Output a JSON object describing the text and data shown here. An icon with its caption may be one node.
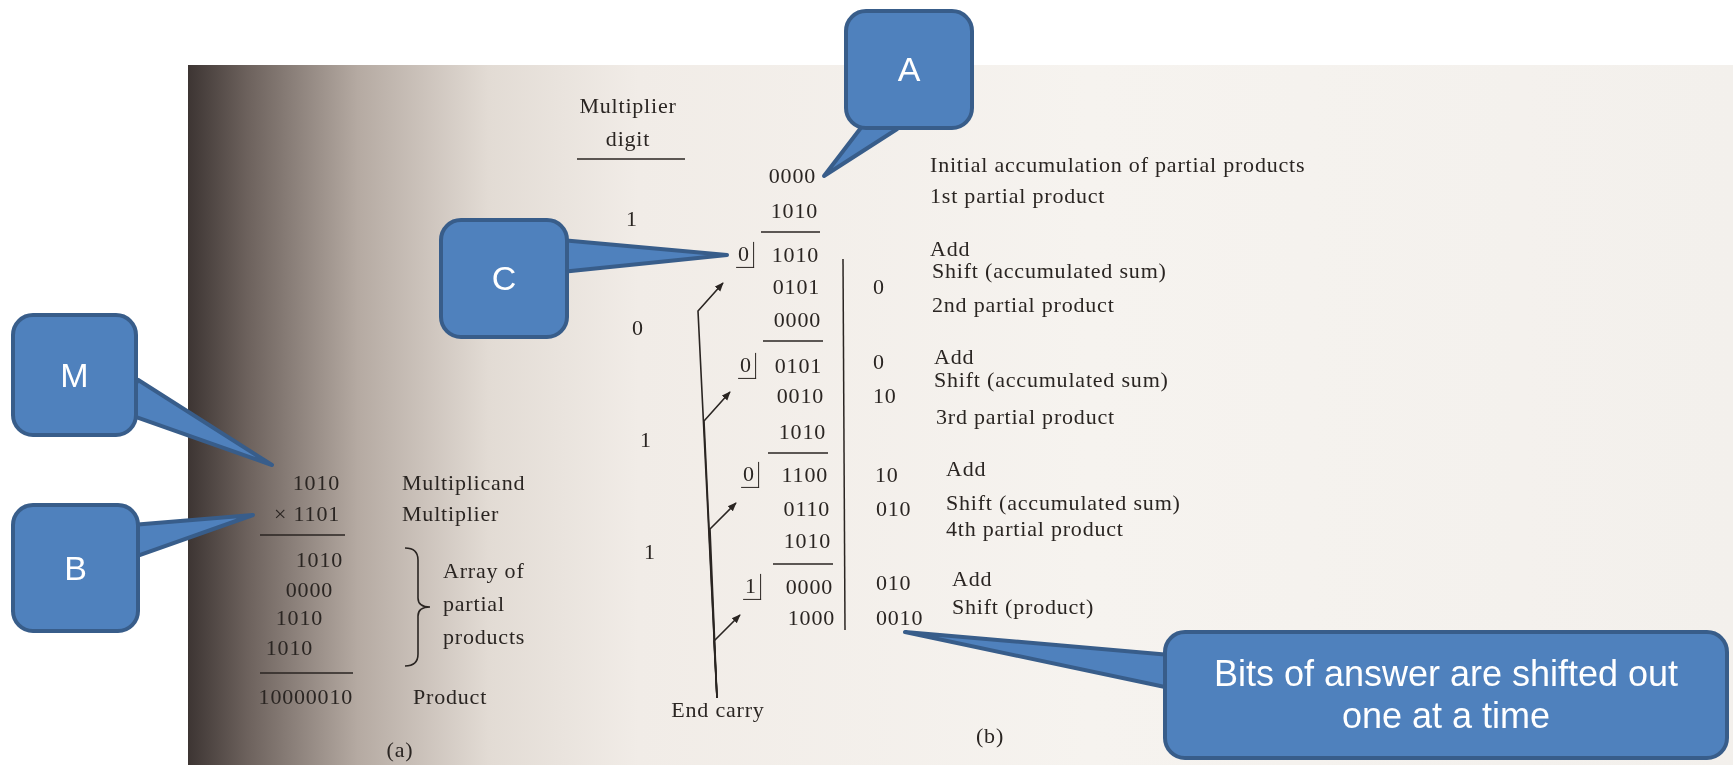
{
  "diagram": {
    "nodes": [
      {
        "text": [
          "A"
        ]
      },
      {
        "text": [
          "C"
        ]
      },
      {
        "text": [
          "M"
        ]
      },
      {
        "text": [
          "B"
        ]
      },
      {
        "text": [
          "Bits of answer are shifted out one at a time"
        ]
      },
      {
        "text": [
          "0000"
        ]
      },
      {
        "text": [
          "0"
        ]
      },
      {
        "text": [
          "0"
        ]
      },
      {
        "text": [
          "0"
        ]
      },
      {
        "text": [
          "1"
        ]
      },
      {
        "text": [
          "End carry"
        ]
      },
      {
        "text": [
          "1010"
        ]
      },
      {
        "text": [
          "× 1101"
        ]
      },
      {
        "text": [
          "0010"
        ]
      }
    ],
    "edges": [
      {
        "from": 0,
        "to": 5,
        "arrow": "to"
      },
      {
        "from": 1,
        "to": 6,
        "arrow": "to"
      },
      {
        "from": 2,
        "to": 11,
        "arrow": "to"
      },
      {
        "from": 3,
        "to": 12,
        "arrow": "to"
      },
      {
        "from": 4,
        "to": 13,
        "arrow": "to"
      },
      {
        "from": 10,
        "to": 6,
        "arrow": "to",
        "color": "#2a2522"
      },
      {
        "from": 10,
        "to": 7,
        "arrow": "to",
        "color": "#2a2522"
      },
      {
        "from": 10,
        "to": 8,
        "arrow": "to",
        "color": "#2a2522"
      },
      {
        "from": 10,
        "to": 9,
        "arrow": "to",
        "color": "#2a2522"
      }
    ],
    "labels": [
      "Multiplier digit",
      "Initial accumulation of partial products",
      "1",
      "1010",
      "1st partial product",
      "1010",
      "Add",
      "0101",
      "0",
      "Shift (accumulated sum)",
      "0",
      "0000",
      "2nd partial product",
      "0101",
      "0",
      "Add",
      "0010",
      "10",
      "Shift (accumulated sum)",
      "1",
      "1010",
      "3rd partial product",
      "1100",
      "10",
      "Add",
      "0110",
      "010",
      "Shift (accumulated sum)",
      "1",
      "1010",
      "4th partial product",
      "0000",
      "010",
      "Add",
      "1000",
      "Shift (product)",
      "(b)",
      "Multiplicand",
      "Multiplier",
      "1010",
      "0000",
      "1010",
      "1010",
      "Array of partial products",
      "10000010",
      "Product",
      "(a)"
    ]
  }
}
